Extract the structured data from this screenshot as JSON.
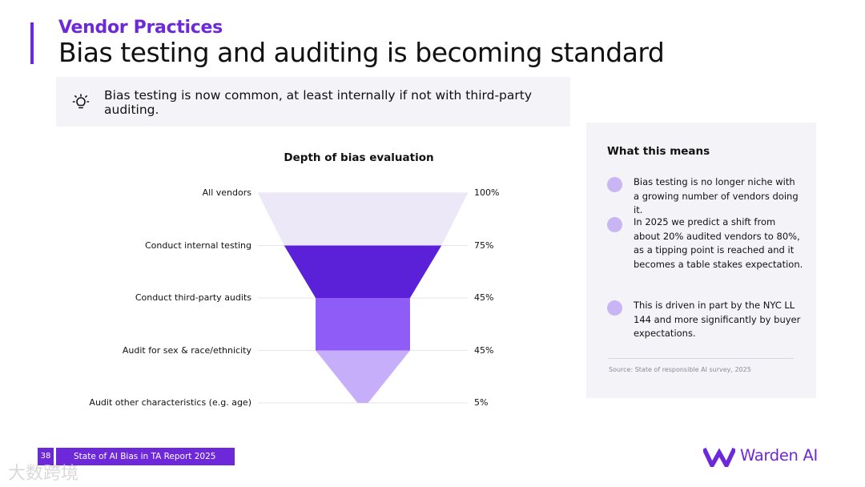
{
  "header": {
    "section": "Vendor Practices",
    "title": "Bias testing and auditing is becoming standard"
  },
  "insight": {
    "icon": "lightbulb-icon",
    "text": "Bias testing is now common, at least internally if not with third-party auditing."
  },
  "chart_data": {
    "type": "funnel",
    "title": "Depth of bias evaluation",
    "categories": [
      "All vendors",
      "Conduct internal testing",
      "Conduct third-party audits",
      "Audit for sex & race/ethnicity",
      "Audit other characteristics (e.g. age)"
    ],
    "values": [
      100,
      75,
      45,
      45,
      5
    ],
    "value_labels": [
      "100%",
      "75%",
      "45%",
      "45%",
      "5%"
    ],
    "colors": [
      "#ece8f8",
      "#5b21d9",
      "#8f5cf7",
      "#c7aefb"
    ]
  },
  "side_panel": {
    "title": "What this means",
    "items": [
      "Bias testing is no longer niche with a growing number of vendors doing it.",
      "In 2025 we predict a shift from about 20% audited vendors to 80%, as a tipping point is reached and it becomes a table stakes expectation.",
      "This is driven in part by the NYC LL 144 and more significantly by buyer expectations."
    ],
    "source": "Source: State of responsible AI survey, 2025"
  },
  "footer": {
    "page_number": "38",
    "report_title": "State of AI Bias in TA Report 2025",
    "watermark": "大数跨境",
    "logo_text": "Warden AI"
  },
  "colors": {
    "accent": "#6d28d9",
    "panel_bg": "#f4f4f8"
  }
}
